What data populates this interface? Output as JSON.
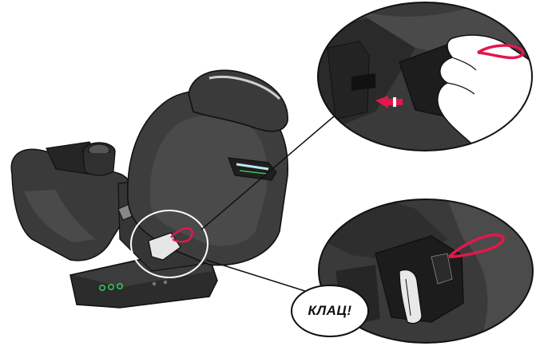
{
  "callout": {
    "text": "КЛАЦ!"
  },
  "colors": {
    "seat_dark": "#3a3a3a",
    "seat_mid": "#4d4d4d",
    "outline": "#111111",
    "strap_red": "#e0194a",
    "indicator_green": "#35c45a",
    "arrow_red": "#e0194a"
  },
  "icons": [
    "car-seat-illustration",
    "latch-connector-detail",
    "push-arrow-icon",
    "hand-illustration"
  ]
}
